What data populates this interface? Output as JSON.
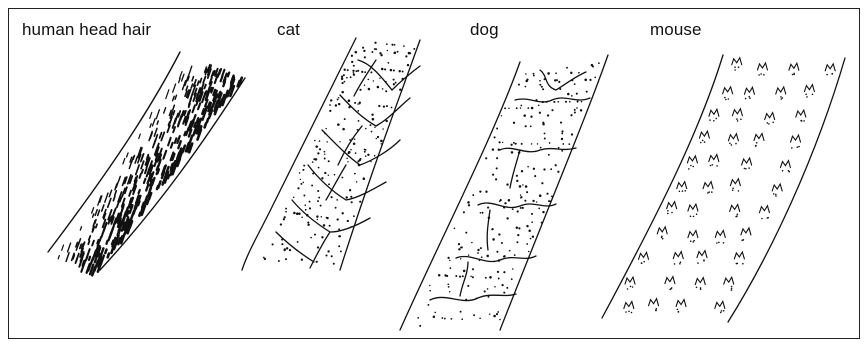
{
  "labels": {
    "human": "human head hair",
    "cat": "cat",
    "dog": "dog",
    "mouse": "mouse"
  },
  "colors": {
    "ink": "#111111",
    "background": "#ffffff"
  }
}
